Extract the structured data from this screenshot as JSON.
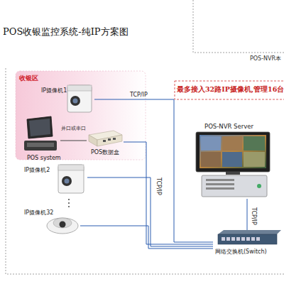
{
  "diagram": {
    "title": "POS收银监控系统-纯IP方案图",
    "nodes": [
      {
        "text": [
          "收银区"
        ]
      },
      {
        "text": [
          "IP摄像机1"
        ],
        "in": 0
      },
      {
        "text": [
          "POS system"
        ],
        "in": 0
      },
      {
        "text": [
          "POS数据盒"
        ],
        "in": 0
      },
      {
        "text": [
          "IP摄像机2"
        ]
      },
      {
        "text": [
          "IP摄像机32"
        ]
      },
      {
        "text": [
          "POS-NVR Server"
        ]
      },
      {
        "text": [
          "网络交换机(Switch)"
        ]
      }
    ],
    "edges": [
      {
        "from": 1,
        "to": 7,
        "label": "TCP/IP",
        "arrow": "none"
      },
      {
        "from": 3,
        "to": 7,
        "arrow": "none"
      },
      {
        "from": 2,
        "to": 3,
        "label": "并口或串口",
        "arrow": "none"
      },
      {
        "from": 4,
        "to": 7,
        "label": "TCP/IP",
        "arrow": "none"
      },
      {
        "from": 5,
        "to": 7,
        "arrow": "none"
      },
      {
        "from": 6,
        "to": 7,
        "label": "TCP/IP",
        "arrow": "none"
      }
    ],
    "labels": [
      "POS-NVR本",
      "最多接入32路IP摄像机,管理16台"
    ]
  }
}
